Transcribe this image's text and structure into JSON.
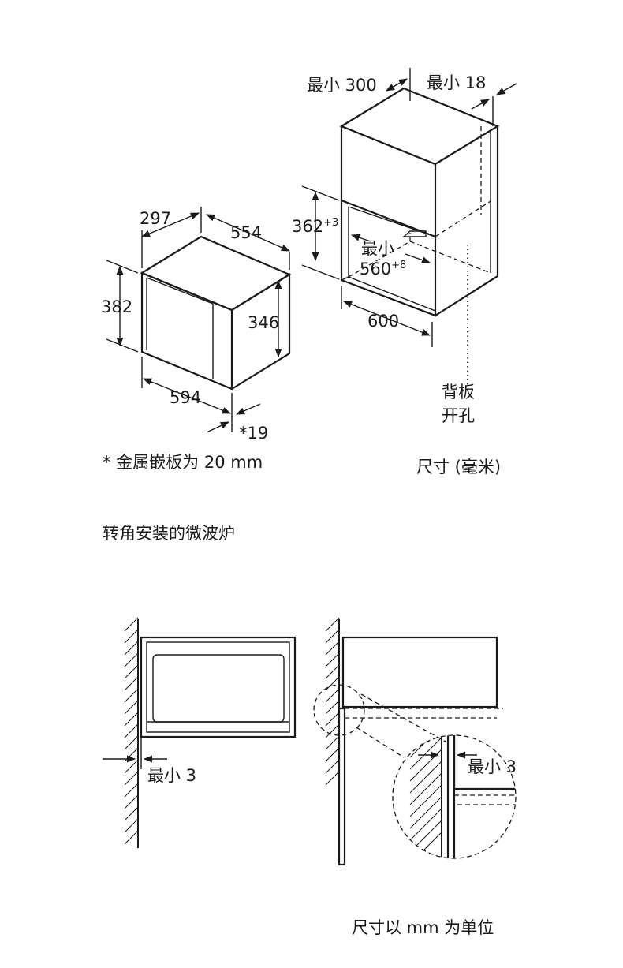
{
  "top_diagram": {
    "microwave_dims": {
      "depth": "297",
      "width_top": "554",
      "height_outer": "382",
      "height_inner": "346",
      "width_bottom": "594",
      "panel_note_marker": "*19"
    },
    "cabinet_dims": {
      "min_depth_label": "最小 300",
      "min_side_label": "最小 18",
      "opening_height": "362",
      "opening_height_tol": "+3",
      "min_width_label": "最小",
      "min_width_value": "560",
      "min_width_tol": "+8",
      "cabinet_width": "600",
      "back_hole_line1": "背板",
      "back_hole_line2": "开孔"
    },
    "footnote": "* 金属嵌板为 20 mm",
    "units": "尺寸 (毫米)"
  },
  "section_title": "转角安装的微波炉",
  "bottom_diagram": {
    "left_min_gap": "最小 3",
    "right_min_gap": "最小 3"
  },
  "bottom_units": "尺寸以 mm 为单位"
}
